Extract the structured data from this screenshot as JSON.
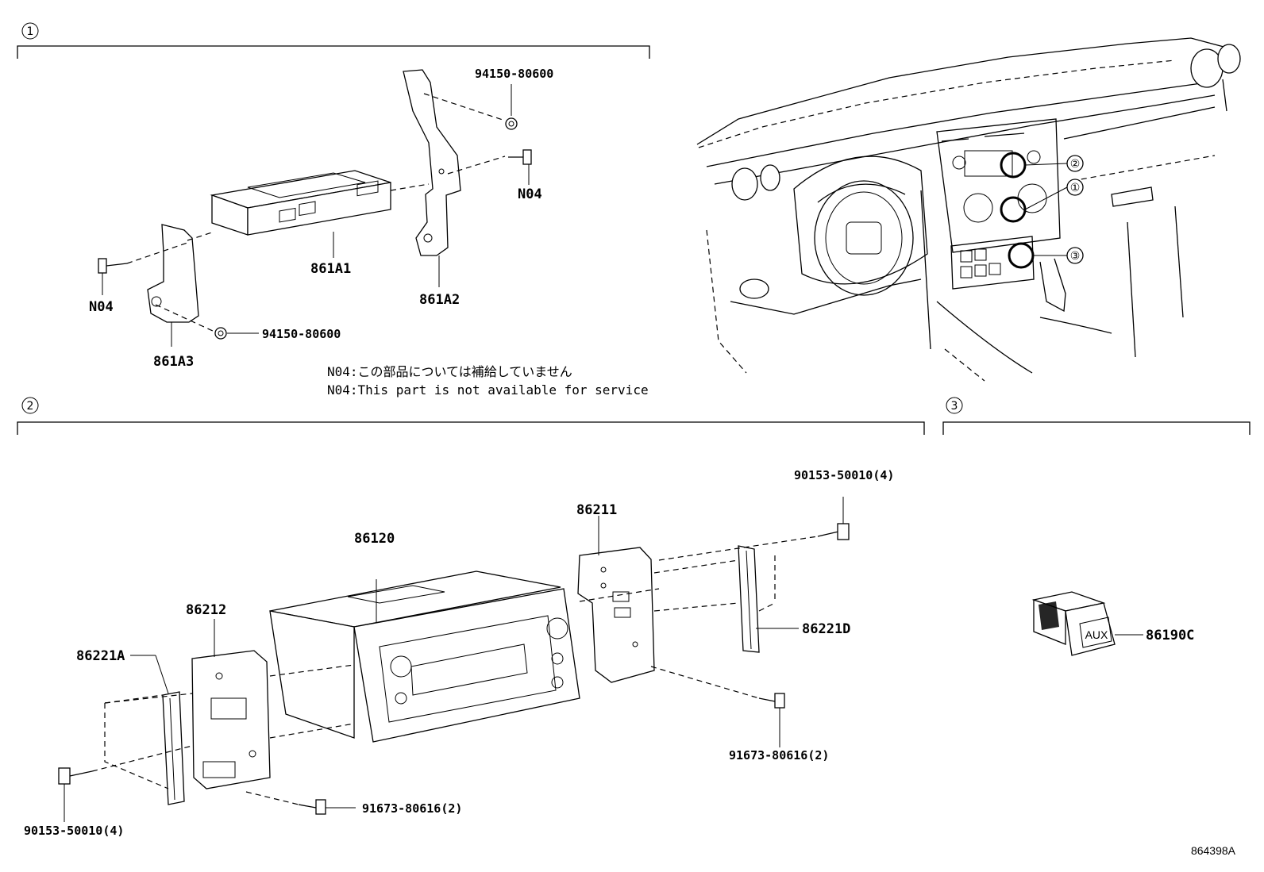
{
  "sections": [
    {
      "number": "1",
      "symbol": "①"
    },
    {
      "number": "2",
      "symbol": "②"
    },
    {
      "number": "3",
      "symbol": "③"
    }
  ],
  "parts": {
    "p94150_top": "94150-80600",
    "p94150_bottom": "94150-80600",
    "n04_right": "N04",
    "n04_left": "N04",
    "p861A1": "861A1",
    "p861A2": "861A2",
    "p861A3": "861A3",
    "p86120": "86120",
    "p86211": "86211",
    "p86212": "86212",
    "p86221A": "86221A",
    "p86221D": "86221D",
    "p90153_right": "90153-50010(4)",
    "p90153_left": "90153-50010(4)",
    "p91673_right": "91673-80616(2)",
    "p91673_bottom": "91673-80616(2)",
    "p86190C": "86190C"
  },
  "notes": {
    "jp": "N04:この部品については補給していません",
    "en": "N04:This part is not available for service"
  },
  "aux_label": "AUX",
  "dash_callouts": [
    "②",
    "①",
    "③"
  ],
  "diagram_id": "864398A"
}
